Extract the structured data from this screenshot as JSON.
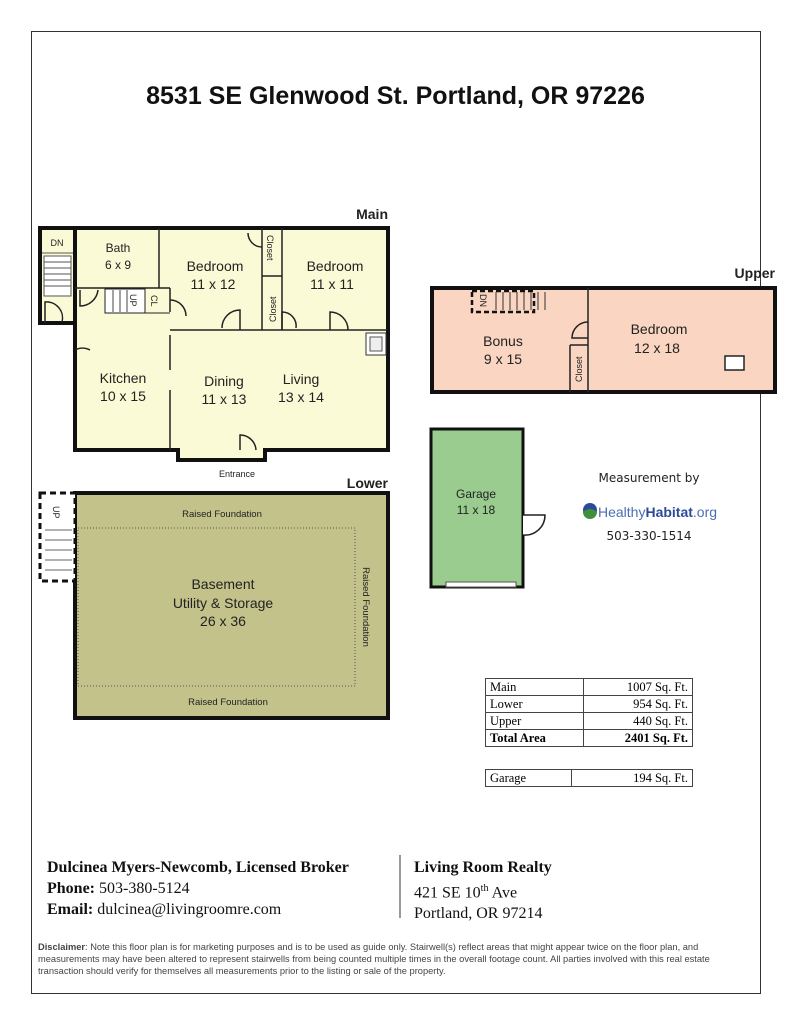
{
  "title": "8531 SE Glenwood St. Portland, OR 97226",
  "floors": {
    "main": {
      "label": "Main",
      "rooms": [
        {
          "name": "Bath",
          "size": "6 x 9"
        },
        {
          "name": "Bedroom",
          "size": "11 x 12"
        },
        {
          "name": "Bedroom",
          "size": "11 x 11"
        },
        {
          "name": "Kitchen",
          "size": "10 x 15"
        },
        {
          "name": "Dining",
          "size": "11 x 13"
        },
        {
          "name": "Living",
          "size": "13 x 14"
        }
      ],
      "closet1": "Closet",
      "closet2": "Closet",
      "cl": "CL",
      "dn": "DN",
      "up": "UP",
      "entrance": "Entrance"
    },
    "lower": {
      "label": "Lower",
      "room_name": "Basement",
      "room_sub": "Utility & Storage",
      "room_size": "26 x 36",
      "raised_top": "Raised Foundation",
      "raised_bottom": "Raised Foundation",
      "raised_right": "Raised Foundation",
      "up": "UP"
    },
    "upper": {
      "label": "Upper",
      "rooms": [
        {
          "name": "Bonus",
          "size": "9 x 15"
        },
        {
          "name": "Bedroom",
          "size": "12 x 18"
        }
      ],
      "closet": "Closet",
      "dn": "DN"
    },
    "garage": {
      "name": "Garage",
      "size": "11 x 18"
    }
  },
  "measurement": {
    "label": "Measurement by",
    "brand_a": "Healthy",
    "brand_b": "Habitat",
    "brand_c": ".org",
    "phone": "503-330-1514"
  },
  "areas": [
    {
      "name": "Main",
      "value": "1007 Sq. Ft."
    },
    {
      "name": "Lower",
      "value": "954 Sq. Ft."
    },
    {
      "name": "Upper",
      "value": "440 Sq. Ft."
    },
    {
      "name": "Total Area",
      "value": "2401 Sq. Ft."
    }
  ],
  "garage_area": {
    "name": "Garage",
    "value": "194 Sq. Ft."
  },
  "agent": {
    "name": "Dulcinea Myers-Newcomb, Licensed Broker",
    "phone_label": "Phone:",
    "phone": "503-380-5124",
    "email_label": "Email:",
    "email": "dulcinea@livingroomre.com"
  },
  "brokerage": {
    "name": "Living Room Realty",
    "street_a": "421 SE 10",
    "street_sup": "th",
    "street_b": " Ave",
    "city": "Portland, OR 97214"
  },
  "disclaimer": {
    "label": "Disclaimer",
    "text": ": Note this floor plan is for marketing purposes and is to be used as guide only.  Stairwell(s) reflect areas that might appear twice on the floor plan, and measurements may have been altered to represent stairwells from being counted multiple times in the overall footage count.  All parties involved with this real estate transaction should verify for themselves all measurements prior to the listing or sale of the property."
  },
  "colors": {
    "main": "#fbfad6",
    "lower": "#c3c28b",
    "upper": "#f9d5c2",
    "garage": "#99cc8e",
    "brand_blue": "#2d4a9a"
  }
}
